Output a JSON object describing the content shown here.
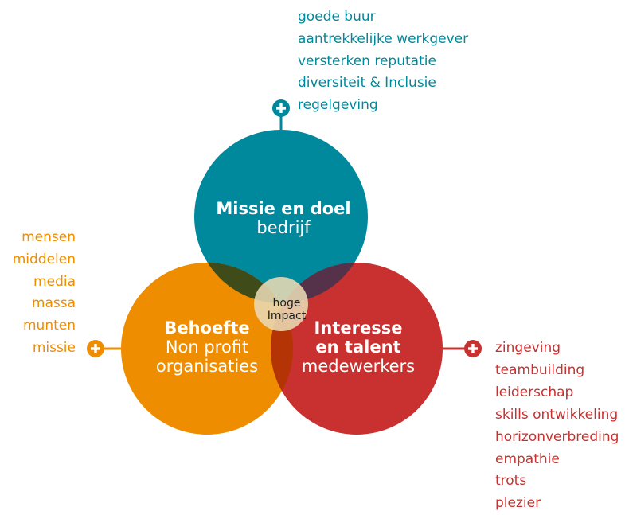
{
  "colors": {
    "teal": "#00899c",
    "orange": "#ef8d00",
    "red": "#c8312f"
  },
  "circles": {
    "top": {
      "title_bold": "Missie en doel",
      "title_regular": "bedrijf",
      "color": "#00899c"
    },
    "left": {
      "title_bold": "Behoefte",
      "title_regular_1": "Non profit",
      "title_regular_2": "organisaties",
      "color": "#ef8d00"
    },
    "right": {
      "title_bold_1": "Interesse",
      "title_bold_2": "en talent",
      "title_regular": "medewerkers",
      "color": "#c8312f"
    },
    "center": {
      "line1": "hoge",
      "line2": "Impact"
    }
  },
  "lists": {
    "top": [
      "goede buur",
      "aantrekkelijke werkgever",
      "versterken reputatie",
      "diversiteit & Inclusie",
      "regelgeving"
    ],
    "left": [
      "mensen",
      "middelen",
      "media",
      "massa",
      "munten",
      "missie"
    ],
    "right": [
      "zingeving",
      "teambuilding",
      "leiderschap",
      "skills ontwikkeling",
      "horizonverbreding",
      "empathie",
      "trots",
      "plezier"
    ]
  },
  "icons": {
    "top": "plus-circle-icon",
    "left": "plus-circle-icon",
    "right": "plus-circle-icon"
  }
}
